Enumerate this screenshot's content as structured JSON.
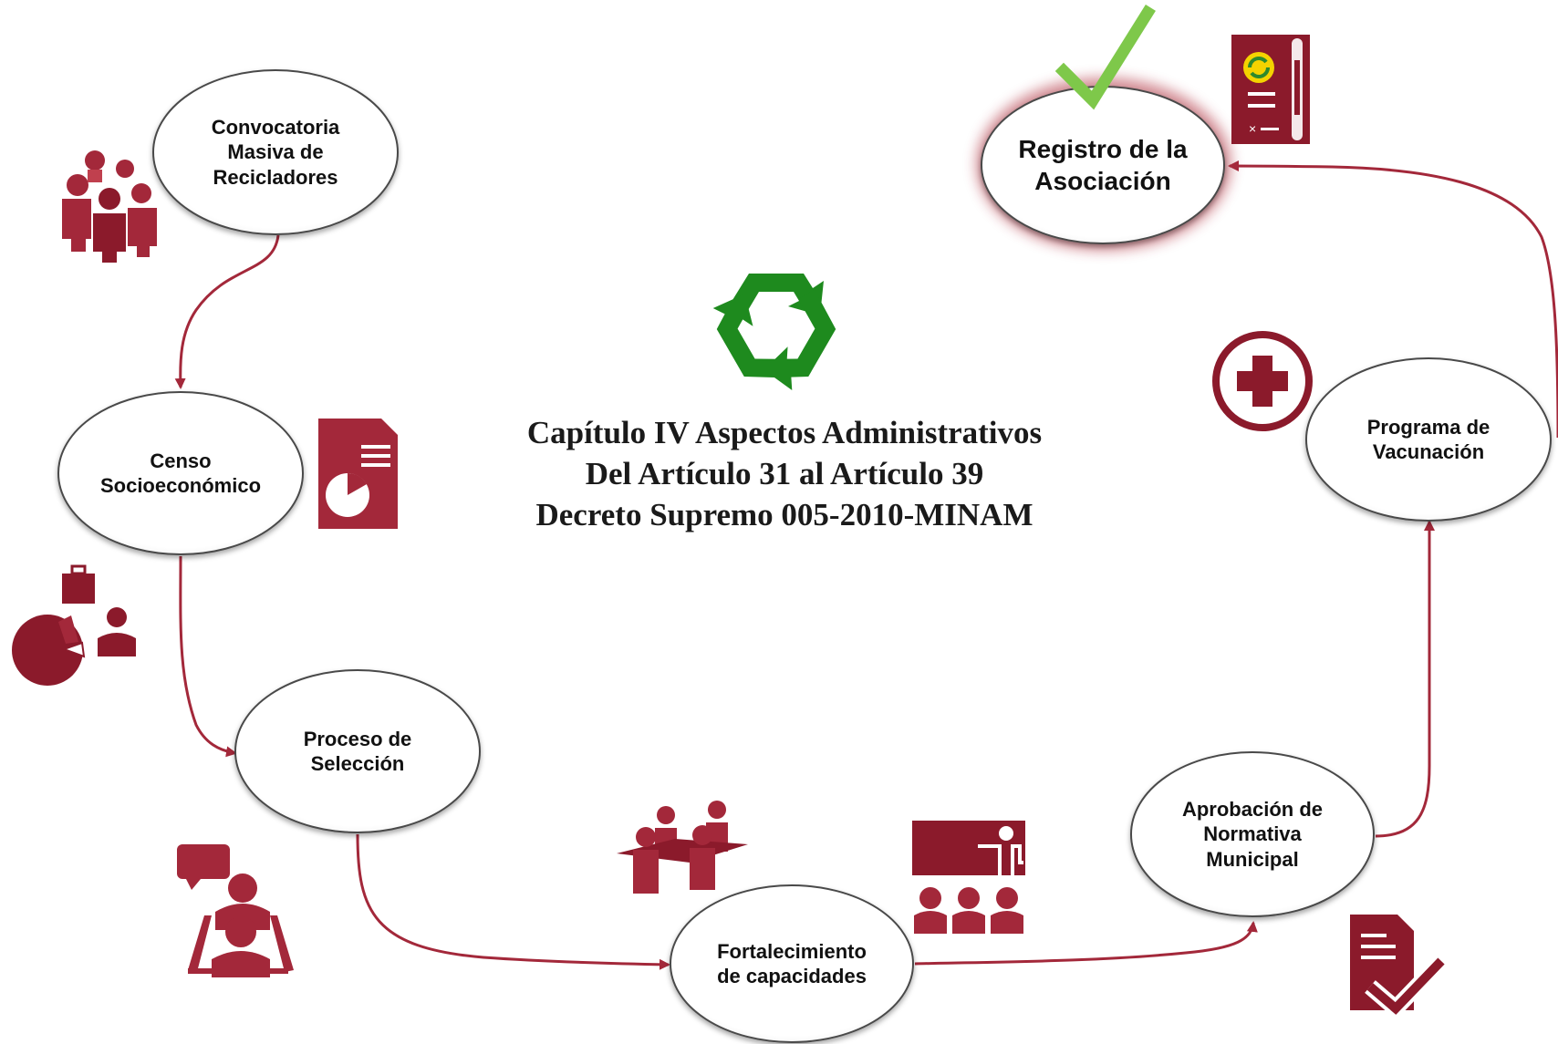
{
  "colors": {
    "accent": "#a3283a",
    "icon_dark": "#8b1a2b",
    "recycle_green": "#1e8a1e",
    "check_green": "#7ec84a",
    "node_fill": "#ffffff",
    "text": "#111111"
  },
  "title": {
    "line1": "Capítulo IV Aspectos Administrativos",
    "line2": "Del Artículo 31 al Artículo 39",
    "line3": "Decreto Supremo 005-2010-MINAM"
  },
  "nodes": [
    {
      "id": "convocatoria",
      "label": "Convocatoria\nMasiva de\nRecicladores",
      "icon": "people-group-icon"
    },
    {
      "id": "censo",
      "label": "Censo\nSocioeconómico",
      "icon": "report-pie-chart-icon"
    },
    {
      "id": "seleccion",
      "label": "Proceso de\nSelección",
      "icon": "interview-icon"
    },
    {
      "id": "fortalecimiento",
      "label": "Fortalecimiento\nde capacidades",
      "icon": "training-icon"
    },
    {
      "id": "normativa",
      "label": "Aprobación de\nNormativa\nMunicipal",
      "icon": "approved-document-icon"
    },
    {
      "id": "vacunacion",
      "label": "Programa de\nVacunación",
      "icon": "medical-cross-icon"
    },
    {
      "id": "registro",
      "label": "Registro de la\nAsociación",
      "icon": "registration-certificate-icon"
    }
  ],
  "icons": {
    "center": "recycle-icon",
    "registro_check": "checkmark-icon",
    "censo_side": "pie-chart-person-icon",
    "fortalecimiento_side": "team-meeting-icon"
  }
}
